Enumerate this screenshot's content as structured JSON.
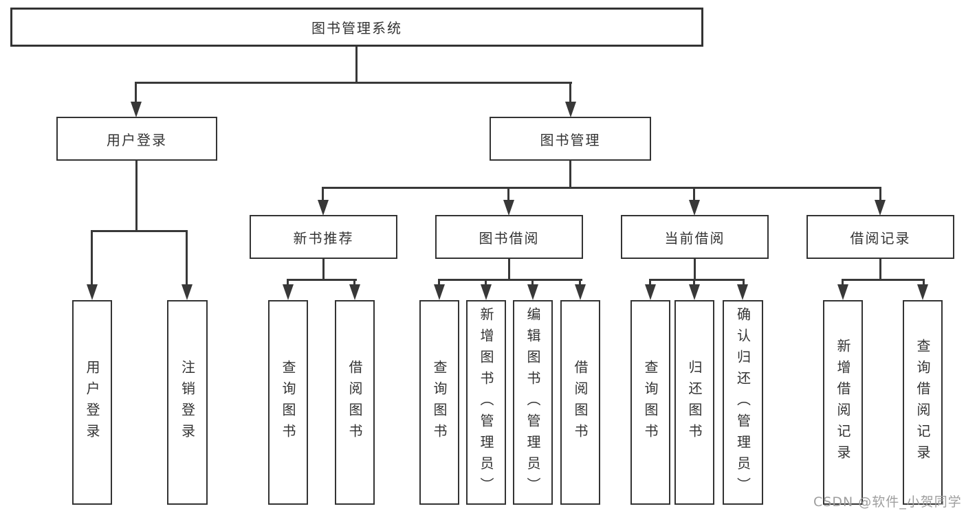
{
  "tree": {
    "root": "图书管理系统",
    "branches": [
      {
        "label": "用户登录",
        "children": [
          "用户登录",
          "注销登录"
        ]
      },
      {
        "label": "图书管理",
        "sections": [
          {
            "label": "新书推荐",
            "children": [
              "查询图书",
              "借阅图书"
            ]
          },
          {
            "label": "图书借阅",
            "children": [
              "查询图书",
              "新增图书（管理员）",
              "编辑图书（管理员）",
              "借阅图书"
            ]
          },
          {
            "label": "当前借阅",
            "children": [
              "查询图书",
              "归还图书",
              "确认归还（管理员）"
            ]
          },
          {
            "label": "借阅记录",
            "children": [
              "新增借阅记录",
              "查询借阅记录"
            ]
          }
        ]
      }
    ]
  },
  "watermark": {
    "text": "CSDN @软件_小贺同学"
  },
  "colors": {
    "line": "#383838",
    "border": "#333333",
    "text": "#333333",
    "watermark": "#9e9e9e",
    "background": "#ffffff"
  }
}
